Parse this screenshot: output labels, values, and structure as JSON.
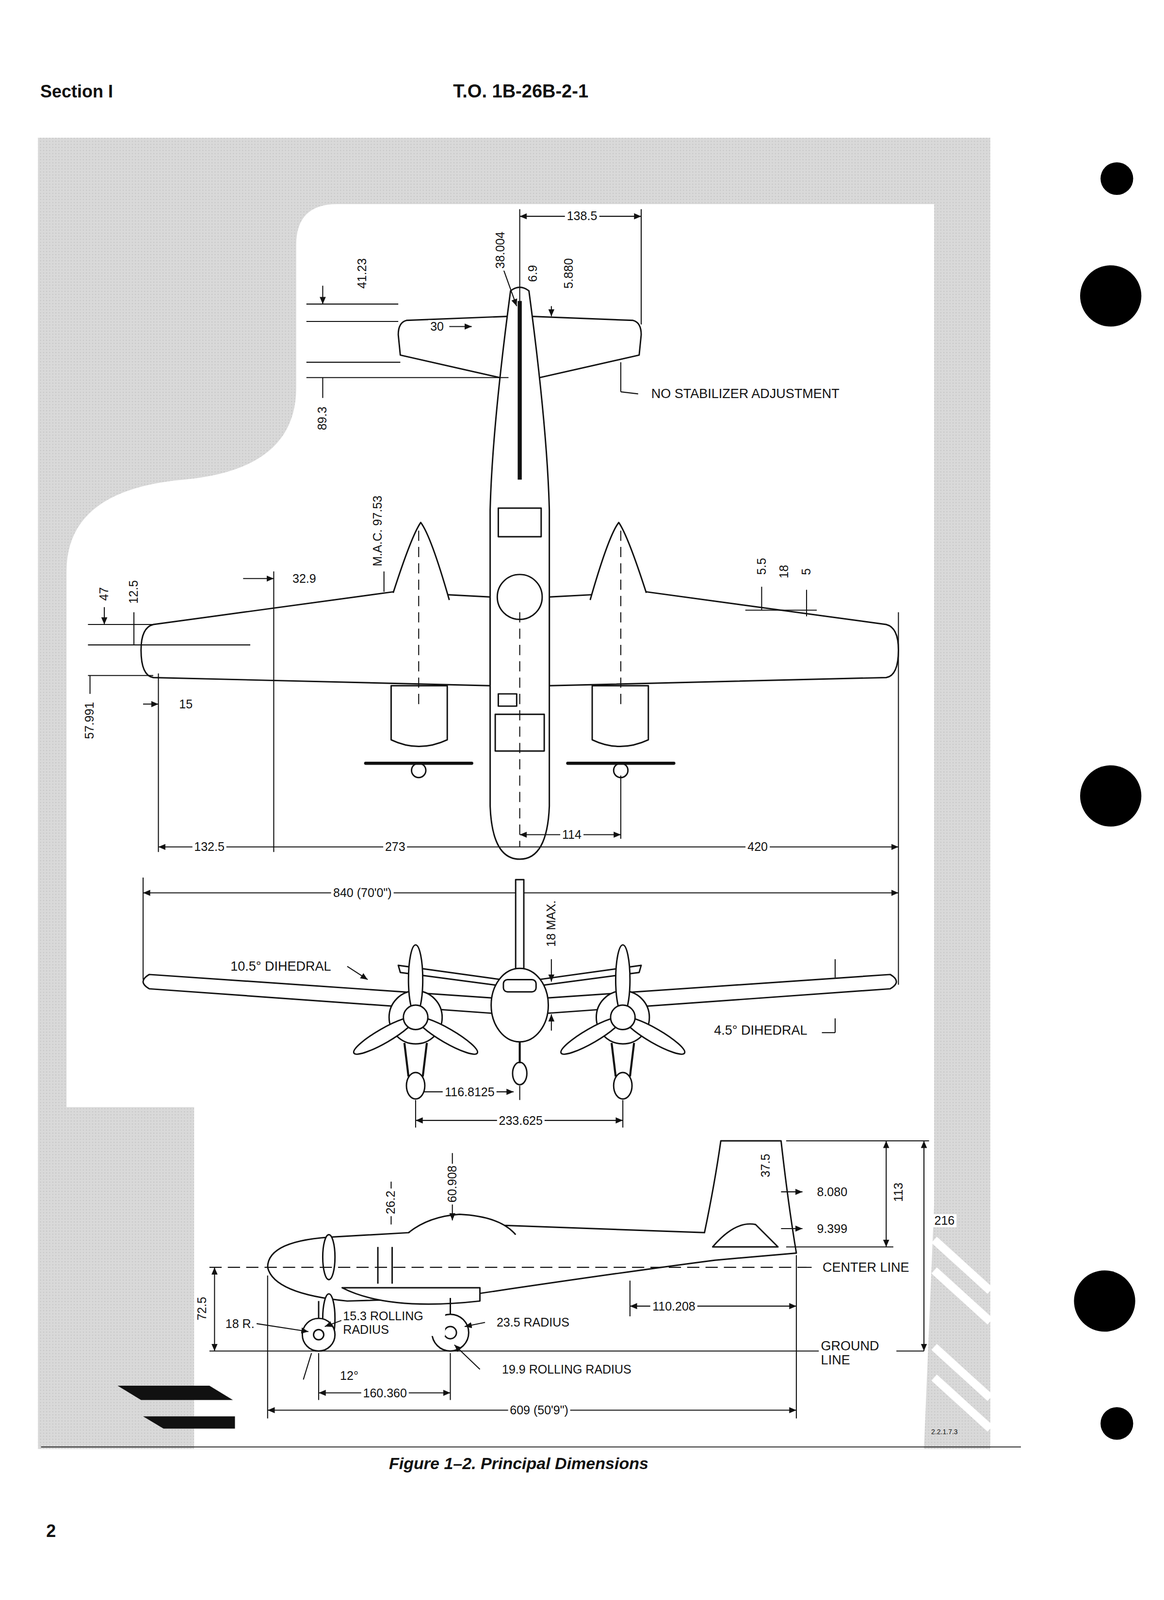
{
  "diagram": {
    "caption": "Figure 1–2. Principal Dimensions",
    "labels": [
      "Section I",
      "T.O. 1B-26B-2-1",
      "138.5",
      "38.004",
      "6.9",
      "5.880",
      "41.23",
      "30",
      "NO STABILIZER ADJUSTMENT",
      "89.3",
      "M.A.C. 97.53",
      "32.9",
      "12.5",
      "47",
      "5.5",
      "18",
      "5",
      "57.991",
      "15",
      "132.5",
      "273",
      "114",
      "420",
      "840 (70'0\")",
      "18 MAX.",
      "10.5° DIHEDRAL",
      "4.5° DIHEDRAL",
      "116.8125",
      "233.625",
      "37.5",
      "8.080",
      "113",
      "9.399",
      "216",
      "26.2",
      "60.908",
      "CENTER LINE",
      "72.5",
      "110.208",
      "18 R.",
      "15.3 ROLLING RADIUS",
      "23.5 RADIUS",
      "GROUND LINE",
      "12°",
      "19.9 ROLLING RADIUS",
      "160.360",
      "609 (50'9\")",
      "2.2.1.7.3",
      "2"
    ]
  }
}
